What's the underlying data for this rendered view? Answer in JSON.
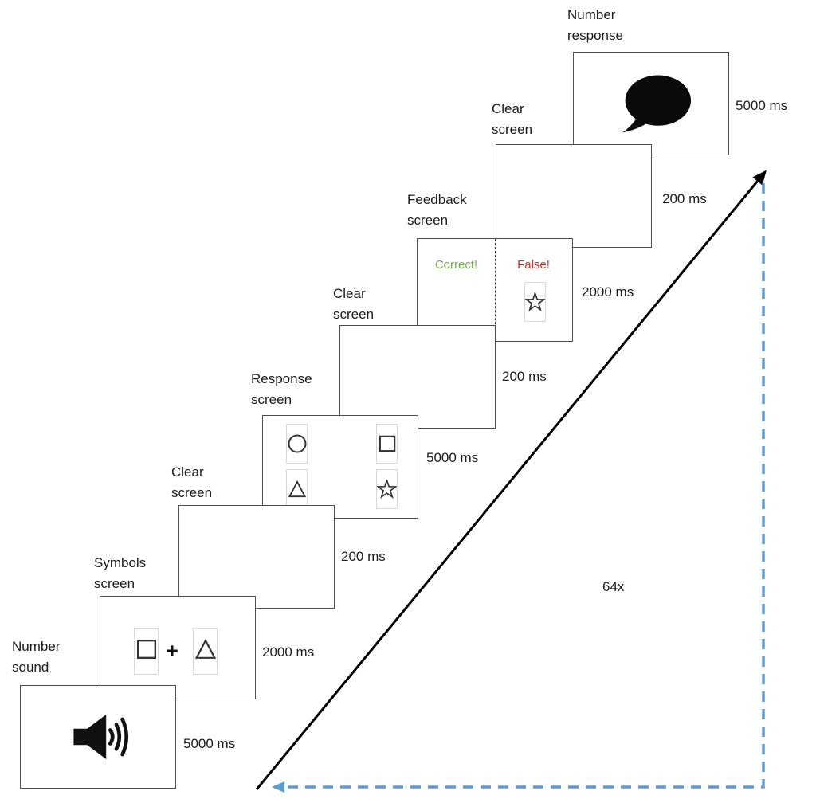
{
  "screens": [
    {
      "name": "number-sound",
      "label_line1": "Number",
      "label_line2": "sound",
      "duration": "5000 ms",
      "content": "speaker-icon"
    },
    {
      "name": "symbols",
      "label_line1": "Symbols",
      "label_line2": "screen",
      "duration": "2000 ms",
      "content": "square-plus-triangle",
      "plus_sign": "+"
    },
    {
      "name": "clear-1",
      "label_line1": "Clear",
      "label_line2": "screen",
      "duration": "200 ms",
      "content": "empty"
    },
    {
      "name": "response",
      "label_line1": "Response",
      "label_line2": "screen",
      "duration": "5000 ms",
      "content": "shape-choices: circle, square, triangle, star"
    },
    {
      "name": "clear-2",
      "label_line1": "Clear",
      "label_line2": "screen",
      "duration": "200 ms",
      "content": "empty"
    },
    {
      "name": "feedback",
      "label_line1": "Feedback",
      "label_line2": "screen",
      "duration": "2000 ms",
      "content": "feedback",
      "correct_text": "Correct!",
      "false_text": "False!"
    },
    {
      "name": "clear-3",
      "label_line1": "Clear",
      "label_line2": "screen",
      "duration": "200 ms",
      "content": "empty"
    },
    {
      "name": "number-response",
      "label_line1": "Number",
      "label_line2": "response",
      "duration": "5000 ms",
      "content": "speech-bubble-icon"
    }
  ],
  "loop_label": "64x",
  "colors": {
    "correct_green": "#70AD47",
    "false_red": "#C9302C",
    "loop_arrow_blue": "#5B9BD5",
    "arrow_black": "#000000"
  }
}
